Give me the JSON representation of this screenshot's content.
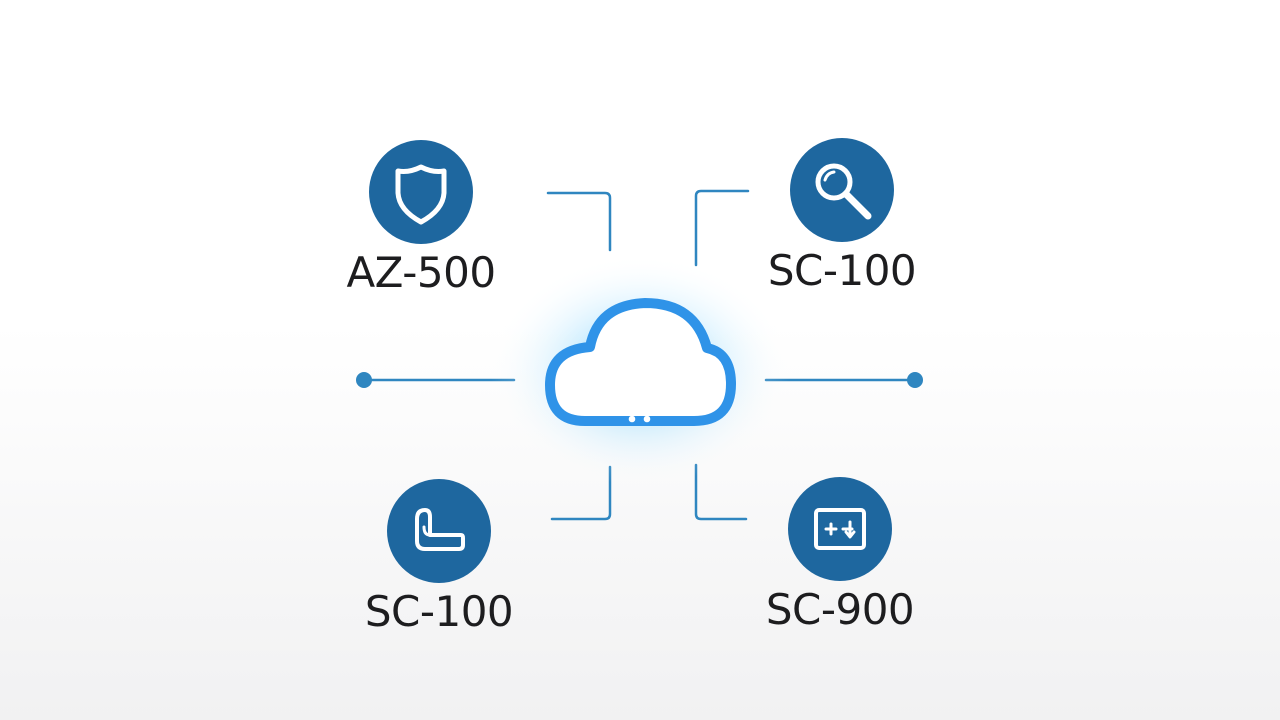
{
  "colors": {
    "node_fill": "#1e679f",
    "connector": "#2f86c0",
    "cloud_stroke": "#2f93e8",
    "cloud_glow": "#7fd0ff",
    "label_text": "#1d1d1f"
  },
  "hub": {
    "icon": "cloud-icon"
  },
  "nodes": [
    {
      "id": "top-left",
      "label": "AZ-500",
      "icon": "shield-icon"
    },
    {
      "id": "top-right",
      "label": "SC-100",
      "icon": "magnifier-icon"
    },
    {
      "id": "bottom-left",
      "label": "SC-100",
      "icon": "phone-handset-icon"
    },
    {
      "id": "bottom-right",
      "label": "SC-900",
      "icon": "monitor-arrows-icon"
    }
  ]
}
